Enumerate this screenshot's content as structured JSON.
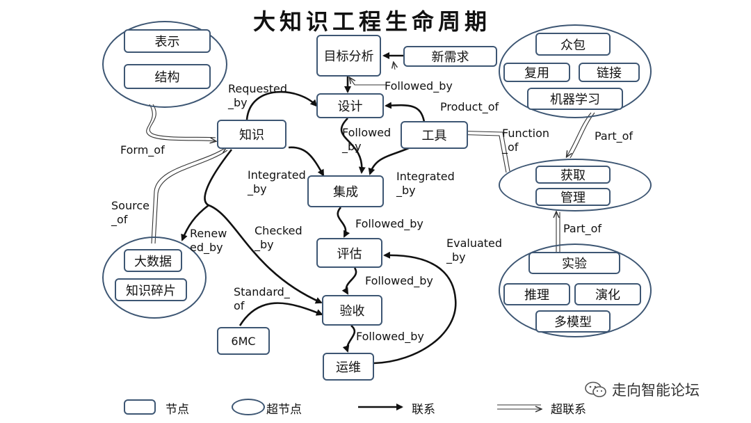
{
  "title": "大知识工程生命周期",
  "nodes": {
    "goal": "目标分析",
    "new_req": "新需求",
    "design": "设计",
    "knowledge": "知识",
    "tool": "工具",
    "integrate": "集成",
    "evaluate": "评估",
    "accept": "验收",
    "ops": "运维",
    "std": "6MC"
  },
  "super_left_top": [
    "表示",
    "结构"
  ],
  "super_left_bottom": [
    "大数据",
    "知识碎片"
  ],
  "super_right_top": [
    "众包",
    "复用",
    "链接",
    "机器学习"
  ],
  "super_right_mid": [
    "获取",
    "管理"
  ],
  "super_right_bottom": [
    "实验",
    "推理",
    "演化",
    "多模型"
  ],
  "edges": {
    "followed_by": "Followed_by",
    "requested_by": "Requested\n_by",
    "product_of": "Product_of",
    "followed_by_2": "Followed\n_by",
    "function_of": "Function\n_of",
    "part_of": "Part_of",
    "form_of": "Form_of",
    "integrated_by_l": "Integrated\n_by",
    "integrated_by_r": "Integrated\n_by",
    "source_of": "Source\n_of",
    "renewed_by": "Renew\ned_by",
    "checked_by": "Checked\n_by",
    "followed_by_3": "Followed_by",
    "evaluated_by": "Evaluated\n_by",
    "part_of_2": "Part_of",
    "followed_by_4": "Followed_by",
    "standard_of": "Standard_\nof",
    "followed_by_5": "Followed_by"
  },
  "legend": {
    "node": "节点",
    "super_node": "超节点",
    "link": "联系",
    "super_link": "超联系"
  },
  "watermark": "走向智能论坛",
  "colors": {
    "node_border": "#3d5673",
    "line": "#111111"
  }
}
